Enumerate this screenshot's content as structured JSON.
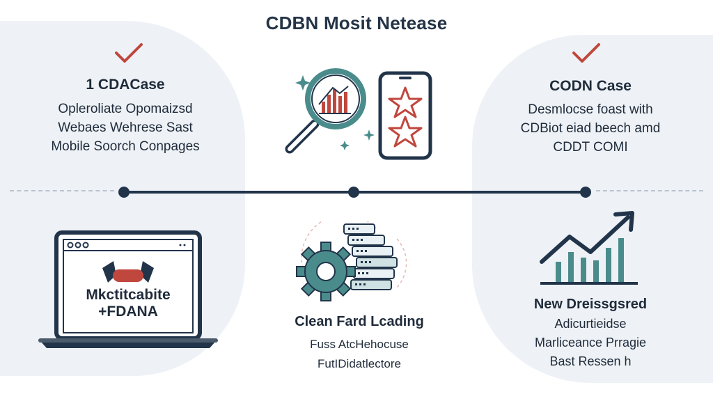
{
  "title": "CDBN Mosit Netease",
  "left_case": {
    "title": "1 CDACase",
    "lines": [
      "Opleroliate Opomaizsd",
      "Webaes Wehrese Sast",
      "Mobile Soorch Conpages"
    ]
  },
  "right_case": {
    "title": "CODN Case",
    "lines": [
      "Desmlocse foast with",
      "CDBiot eiad beech amd",
      "CDDT COMI"
    ]
  },
  "laptop": {
    "lines": [
      "Mkctitcabite",
      "+FDANA"
    ]
  },
  "center_bottom": {
    "title": "Clean Fard Lcading",
    "lines": [
      "Fuss AtcHehocuse",
      "FutIDidatlectore"
    ]
  },
  "right_bottom": {
    "title": "New Dreissgsred",
    "lines": [
      "Adicurtieidse",
      "Marliceance Prragie",
      "Bast Ressen h"
    ]
  },
  "colors": {
    "navy": "#22344a",
    "teal": "#4a8c8c",
    "red": "#c0473d",
    "panel": "#eef2f6"
  },
  "icons": [
    "check-icon",
    "magnifier-chart-icon",
    "smartphone-star-icon",
    "laptop-icon",
    "gear-icon",
    "server-stack-icon",
    "growth-chart-icon",
    "sparkle-icon"
  ]
}
